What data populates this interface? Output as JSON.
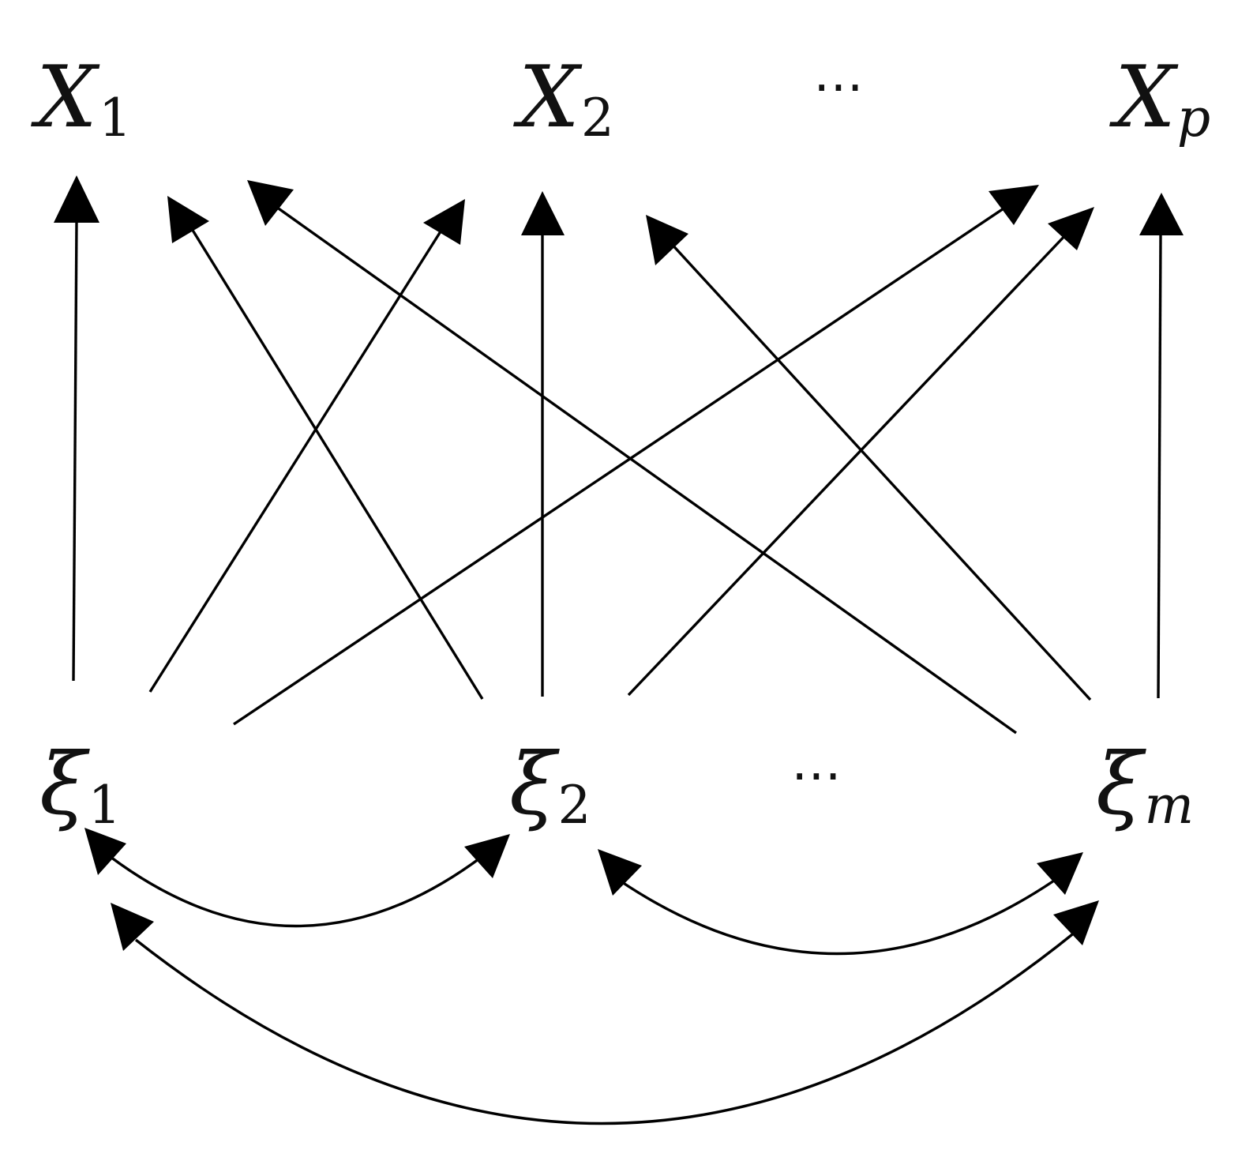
{
  "observed": [
    {
      "symbol": "X",
      "sub": "1"
    },
    {
      "symbol": "X",
      "sub": "2"
    },
    {
      "symbol": "X",
      "sub": "p"
    }
  ],
  "observed_ellipsis": "⋯",
  "latent": [
    {
      "symbol": "ξ",
      "sub": "1"
    },
    {
      "symbol": "ξ",
      "sub": "2"
    },
    {
      "symbol": "ξ",
      "sub": "m"
    }
  ],
  "latent_ellipsis": "⋯",
  "paths": [
    {
      "from": "ξ1",
      "to": "X1"
    },
    {
      "from": "ξ1",
      "to": "X2"
    },
    {
      "from": "ξ1",
      "to": "Xp"
    },
    {
      "from": "ξ2",
      "to": "X1"
    },
    {
      "from": "ξ2",
      "to": "X2"
    },
    {
      "from": "ξ2",
      "to": "Xp"
    },
    {
      "from": "ξm",
      "to": "X1"
    },
    {
      "from": "ξm",
      "to": "X2"
    },
    {
      "from": "ξm",
      "to": "Xp"
    }
  ],
  "covariances": [
    {
      "between": [
        "ξ1",
        "ξ2"
      ]
    },
    {
      "between": [
        "ξ2",
        "ξm"
      ]
    },
    {
      "between": [
        "ξ1",
        "ξm"
      ]
    }
  ]
}
